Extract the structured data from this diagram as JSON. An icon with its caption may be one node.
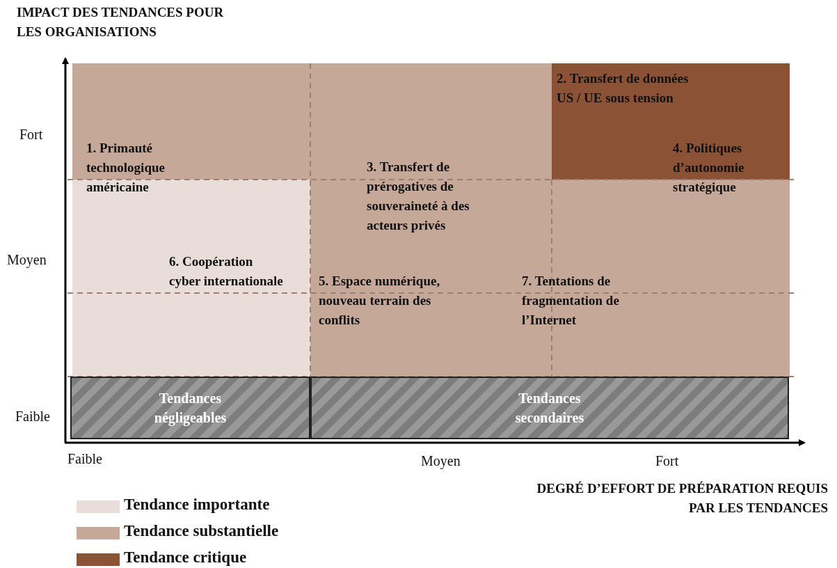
{
  "diagram": {
    "nodes": [
      {
        "text": [
          "Tendances négligeables"
        ]
      },
      {
        "text": [
          "Tendances secondaires"
        ]
      }
    ],
    "edges": [],
    "labels": [
      "IMPACT DES TENDANCES POUR LES ORGANISATIONS",
      "Fort",
      "2. Transfert de données US / UE sous tension",
      "1. Primauté technologique américaine",
      "4. Politiques d’autonomie stratégique",
      "3. Transfert de prérogatives de souveraineté à des acteurs privés",
      "Moyen",
      "6. Coopération cyber internationale",
      "5. Espace numérique, nouveau terrain des conflits",
      "7. Tentations de fragmentation de l’Internet",
      "Faible",
      "Faible",
      "Moyen",
      "Fort",
      "DEGRÉ D’EFFORT DE PRÉPARATION REQUIS PAR LES TENDANCES"
    ],
    "legend": [
      {
        "text": "Tendance importante",
        "color": "#e8ddd8"
      },
      {
        "text": "Tendance substantielle",
        "color": "#c6a899"
      },
      {
        "text": "Tendance critique",
        "color": "#8b5236"
      }
    ]
  }
}
